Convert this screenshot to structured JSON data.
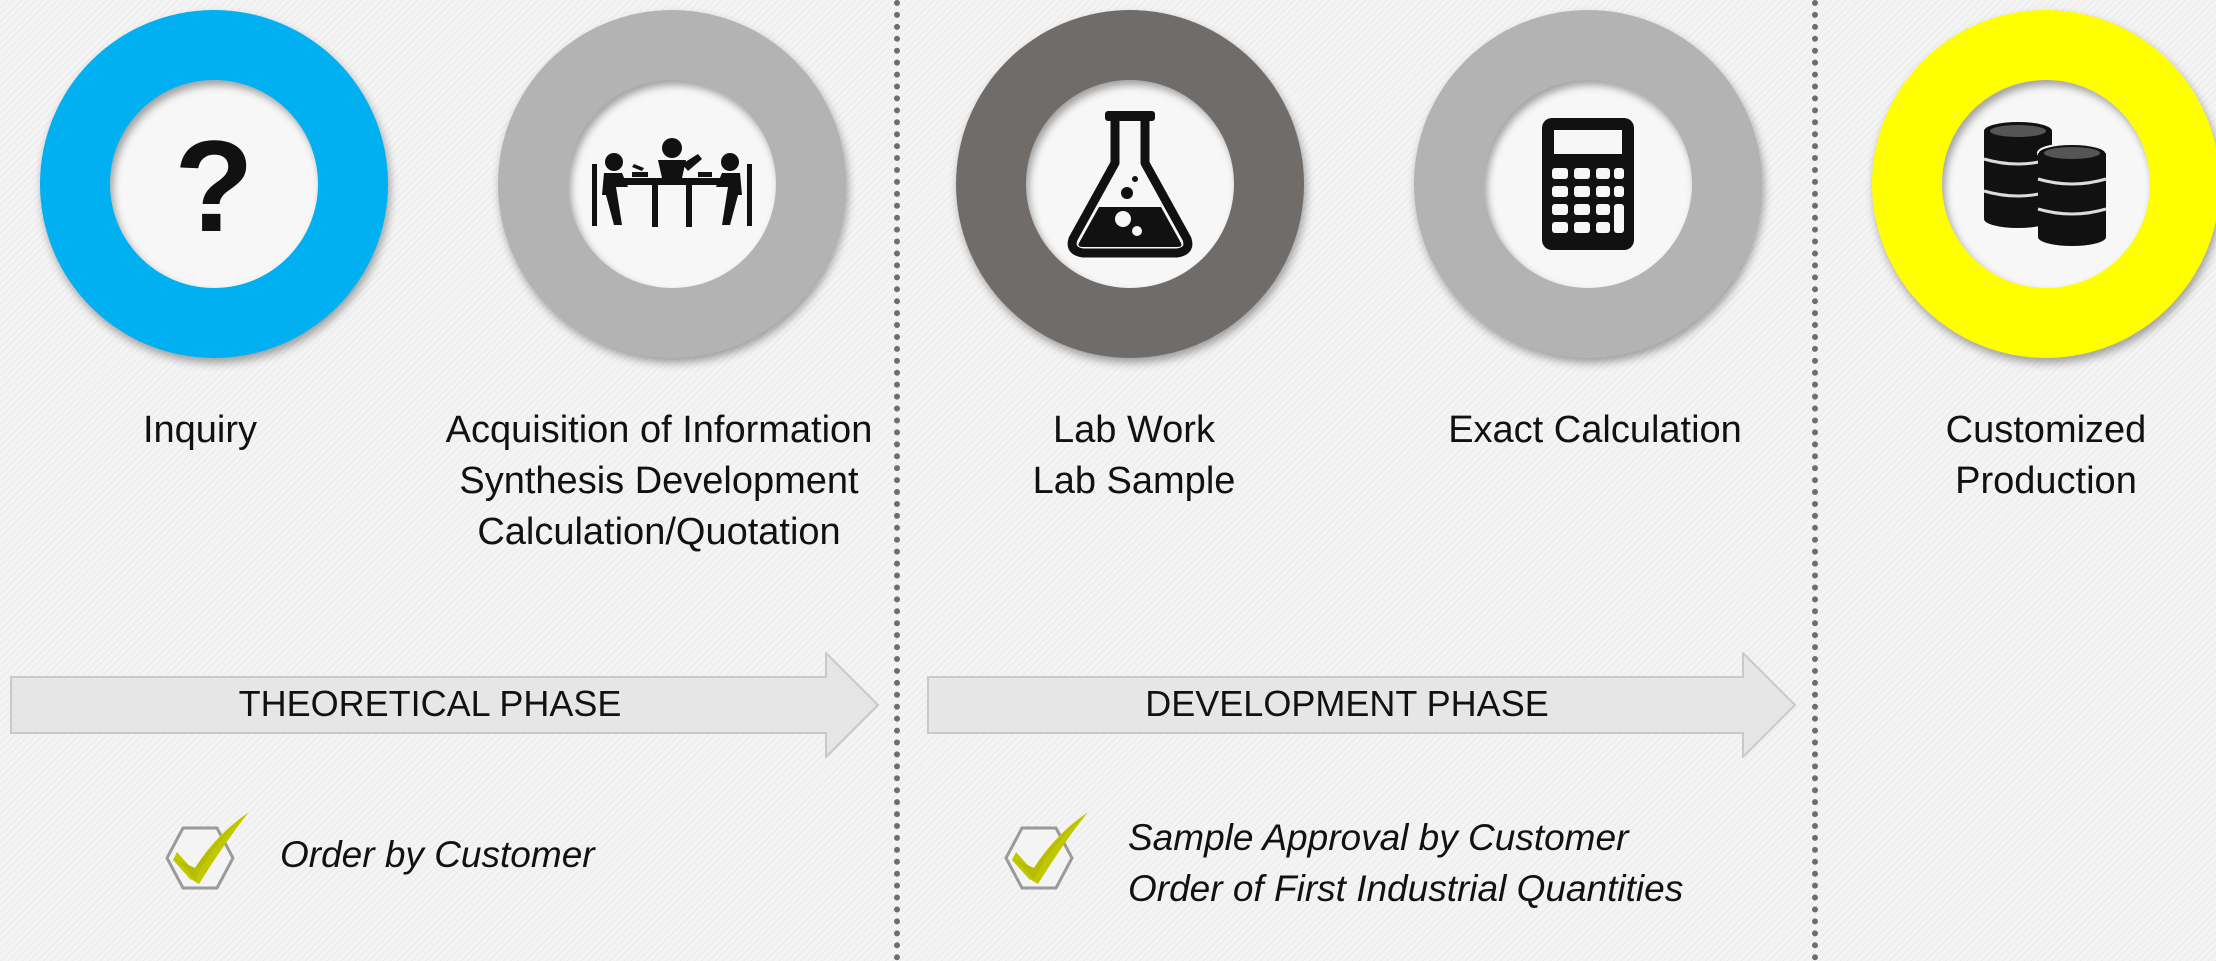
{
  "colors": {
    "inquiry_ring": "#00b0f0",
    "acquisition_ring": "#b3b3b3",
    "labwork_ring": "#706c6a",
    "calculation_ring": "#b3b3b3",
    "production_ring": "#ffff00",
    "arrow_fill": "#e6e6e6",
    "check_mark": "#c2c800"
  },
  "steps": [
    {
      "icon": "question-mark-icon",
      "lines": [
        "Inquiry"
      ]
    },
    {
      "icon": "meeting-table-icon",
      "lines": [
        "Acquisition of Information",
        "Synthesis Development",
        "Calculation/Quotation"
      ]
    },
    {
      "icon": "lab-flask-icon",
      "lines": [
        "Lab Work",
        "Lab Sample"
      ]
    },
    {
      "icon": "calculator-icon",
      "lines": [
        "Exact Calculation"
      ]
    },
    {
      "icon": "barrels-icon",
      "lines": [
        "Customized",
        "Production"
      ]
    }
  ],
  "phases": [
    {
      "label": "THEORETICAL PHASE"
    },
    {
      "label": "DEVELOPMENT PHASE"
    }
  ],
  "milestones": [
    {
      "icon": "check-icon",
      "lines": [
        "Order by Customer"
      ]
    },
    {
      "icon": "check-icon",
      "lines": [
        "Sample Approval by Customer",
        "Order of First Industrial Quantities"
      ]
    }
  ]
}
